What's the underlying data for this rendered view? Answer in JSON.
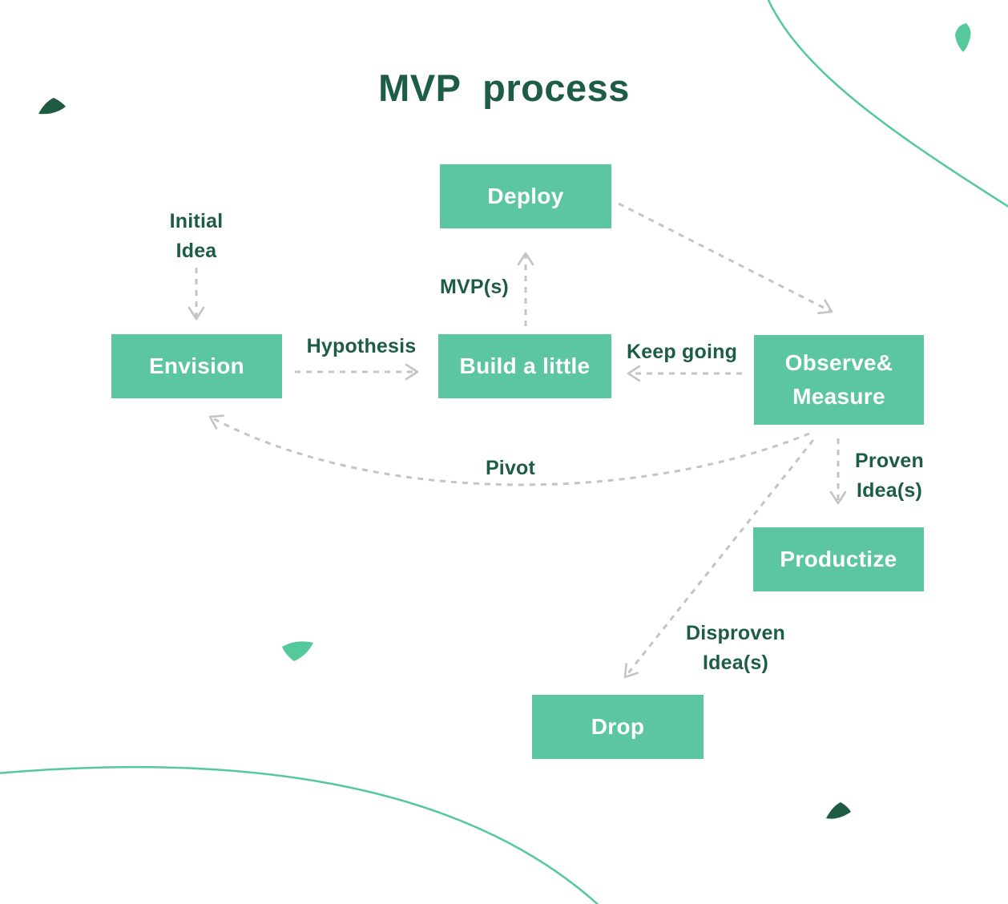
{
  "title": "MVP process",
  "colors": {
    "node_fill": "#5cc5a1",
    "node_text": "#ffffff",
    "label_text": "#1d5c45",
    "arrow": "#c4c4c4",
    "decor_line": "#55c89c",
    "decor_dark_shape": "#1d5c42",
    "decor_teal_shape": "#55c89c",
    "background": "#ffffff"
  },
  "nodes": {
    "deploy": {
      "label": "Deploy"
    },
    "envision": {
      "label": "Envision"
    },
    "build": {
      "label": "Build a little"
    },
    "observe": {
      "line1": "Observe&",
      "line2": "Measure"
    },
    "productize": {
      "label": "Productize"
    },
    "drop": {
      "label": "Drop"
    }
  },
  "labels": {
    "initial_idea_line1": "Initial",
    "initial_idea_line2": "Idea",
    "mvps": "MVP(s)",
    "hypothesis": "Hypothesis",
    "keep_going": "Keep going",
    "pivot": "Pivot",
    "proven_line1": "Proven",
    "proven_line2": "Idea(s)",
    "disproven_line1": "Disproven",
    "disproven_line2": "Idea(s)"
  },
  "edges": [
    {
      "from": "",
      "to": "Envision",
      "label": "Initial Idea"
    },
    {
      "from": "Envision",
      "to": "Build a little",
      "label": "Hypothesis"
    },
    {
      "from": "Build a little",
      "to": "Deploy",
      "label": "MVP(s)"
    },
    {
      "from": "Deploy",
      "to": "Observe& Measure",
      "label": ""
    },
    {
      "from": "Observe& Measure",
      "to": "Build a little",
      "label": "Keep going"
    },
    {
      "from": "Observe& Measure",
      "to": "Envision",
      "label": "Pivot"
    },
    {
      "from": "Observe& Measure",
      "to": "Productize",
      "label": "Proven Idea(s)"
    },
    {
      "from": "Observe& Measure",
      "to": "Drop",
      "label": "Disproven Idea(s)"
    }
  ]
}
